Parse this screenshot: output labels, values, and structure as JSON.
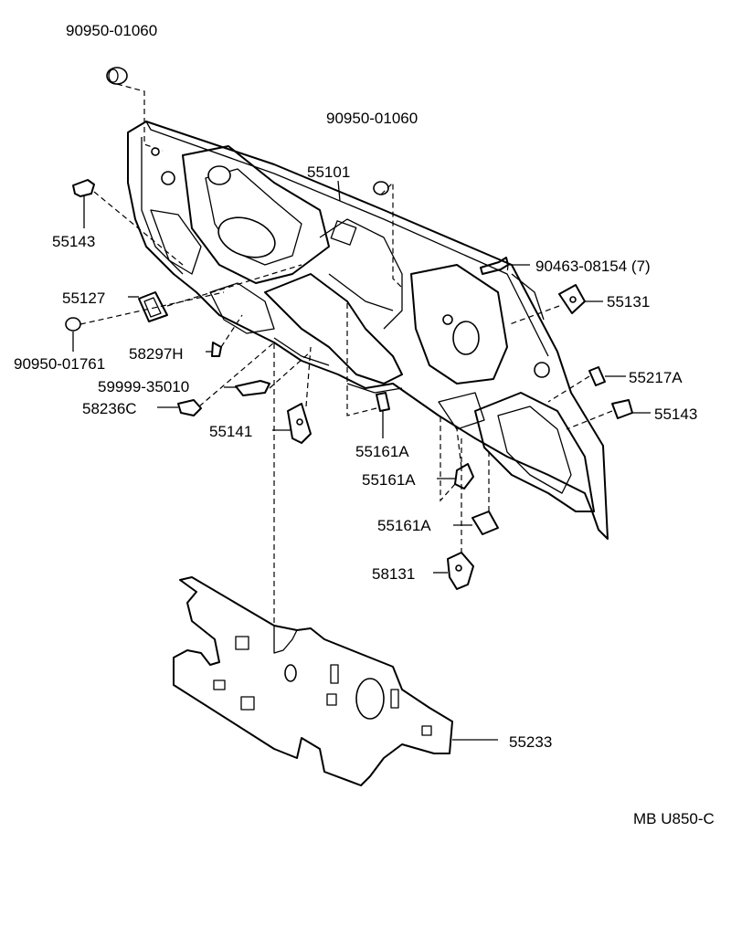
{
  "labels": {
    "p_90950_01060_top": "90950-01060",
    "p_90950_01060_mid": "90950-01060",
    "p_55101": "55101",
    "p_55143_left": "55143",
    "p_90463_08154": "90463-08154 (7)",
    "p_55127": "55127",
    "p_55131": "55131",
    "p_90950_01761": "90950-01761",
    "p_58297H": "58297H",
    "p_55217A": "55217A",
    "p_59999_35010": "59999-35010",
    "p_58236C": "58236C",
    "p_55143_right": "55143",
    "p_55141": "55141",
    "p_55161A_1": "55161A",
    "p_55161A_2": "55161A",
    "p_55161A_3": "55161A",
    "p_58131": "58131",
    "p_55233": "55233",
    "diagram_code": "MB U850-C"
  }
}
